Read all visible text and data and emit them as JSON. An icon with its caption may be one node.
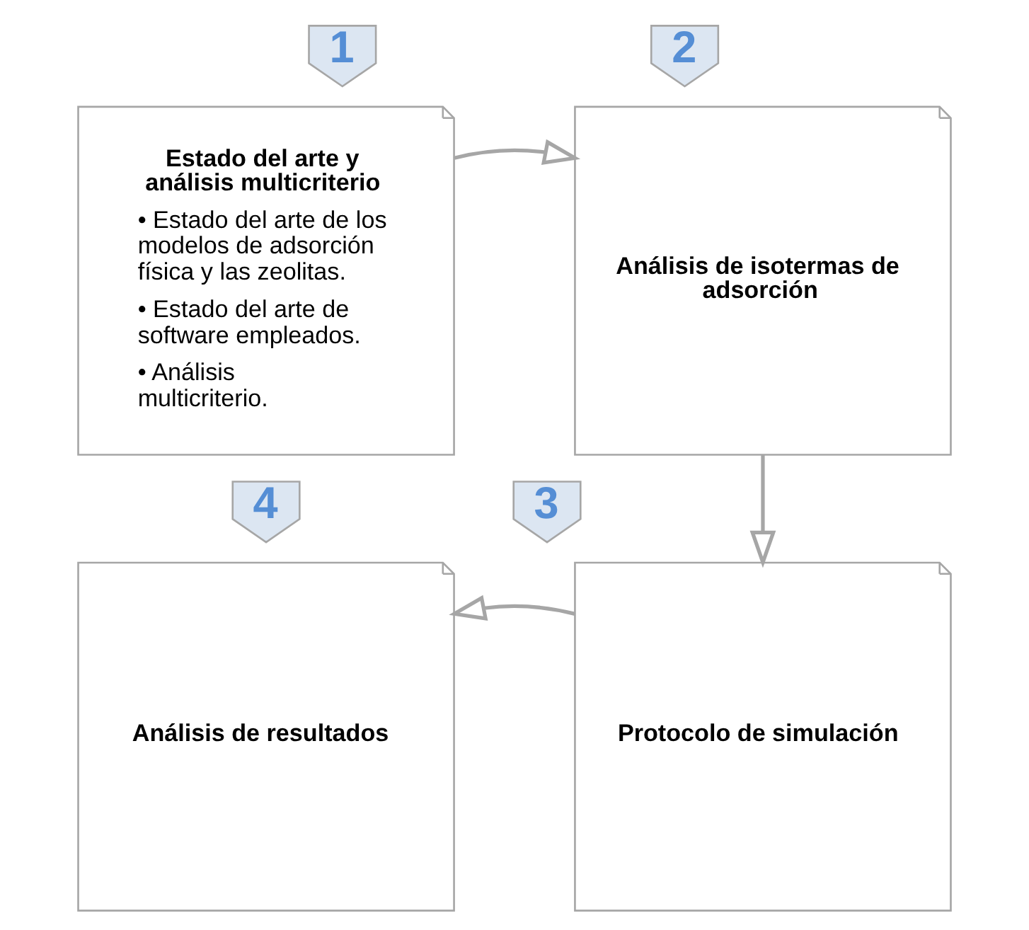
{
  "diagram": {
    "nodes": [
      {
        "text": [
          "1"
        ]
      },
      {
        "text": [
          "Estado del arte y análisis multicriterio",
          "• Estado del arte de los modelos de adsorción física y las zeolitas.",
          "• Estado del arte de software empleados.",
          "• Análisis multicriterio."
        ]
      },
      {
        "text": [
          "2"
        ]
      },
      {
        "text": [
          "Análisis de isotermas de adsorción"
        ]
      },
      {
        "text": [
          "4"
        ]
      },
      {
        "text": [
          "Análisis de resultados"
        ]
      },
      {
        "text": [
          "3"
        ]
      },
      {
        "text": [
          "Protocolo de simulación"
        ]
      }
    ],
    "edges": [
      {
        "from": 1,
        "to": 3,
        "arrow": "to"
      },
      {
        "from": 3,
        "to": 7,
        "arrow": "to"
      },
      {
        "from": 7,
        "to": 5,
        "arrow": "to"
      }
    ]
  }
}
